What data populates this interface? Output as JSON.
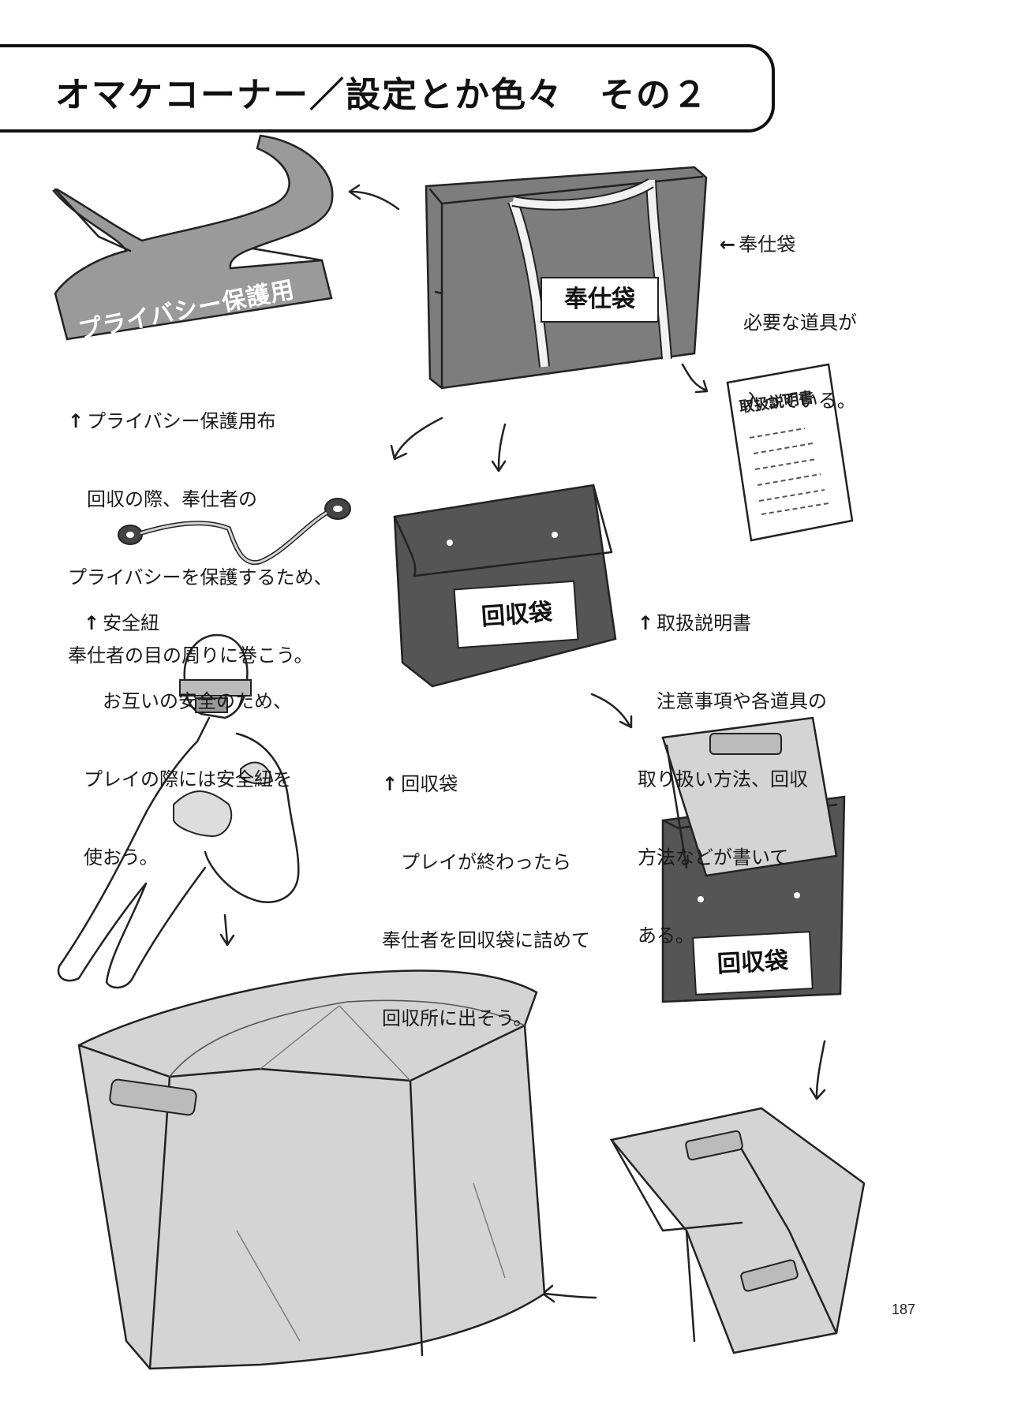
{
  "page": {
    "title": "オマケコーナー／設定とか色々　その２",
    "page_number": "187"
  },
  "labels": {
    "privacy_strip": "プライバシー保護用",
    "service_bag": "奉仕袋",
    "manual": "取扱説明書",
    "collection_bag": "回収袋",
    "collection_bag_2": "回収袋"
  },
  "notes": {
    "service_bag": {
      "arrow": "←",
      "heading": "奉仕袋",
      "lines": [
        "必要な道具が",
        "入っている。"
      ]
    },
    "privacy_cloth": {
      "arrow": "↑",
      "heading": "プライバシー保護用布",
      "lines": [
        "回収の際、奉仕者の",
        "プライバシーを保護するため、",
        "奉仕者の目の周りに巻こう。"
      ]
    },
    "safety_cord": {
      "arrow": "↑",
      "heading": "安全紐",
      "lines": [
        "お互いの安全のため、",
        "プレイの際には安全紐を",
        "使おう。"
      ]
    },
    "manual": {
      "arrow": "↑",
      "heading": "取扱説明書",
      "lines": [
        "注意事項や各道具の",
        "取り扱い方法、回収",
        "方法などが書いて",
        "ある。"
      ]
    },
    "collection_bag": {
      "arrow": "↑",
      "heading": "回収袋",
      "lines": [
        "プレイが終わったら",
        "奉仕者を回収袋に詰めて",
        "回収所に出そう。"
      ]
    }
  },
  "colors": {
    "bag_gray": "#7d7d7d",
    "dark_bag": "#555555",
    "light_gray": "#d4d4d4",
    "strip_gray": "#9a9a9a",
    "ink": "#222222"
  }
}
